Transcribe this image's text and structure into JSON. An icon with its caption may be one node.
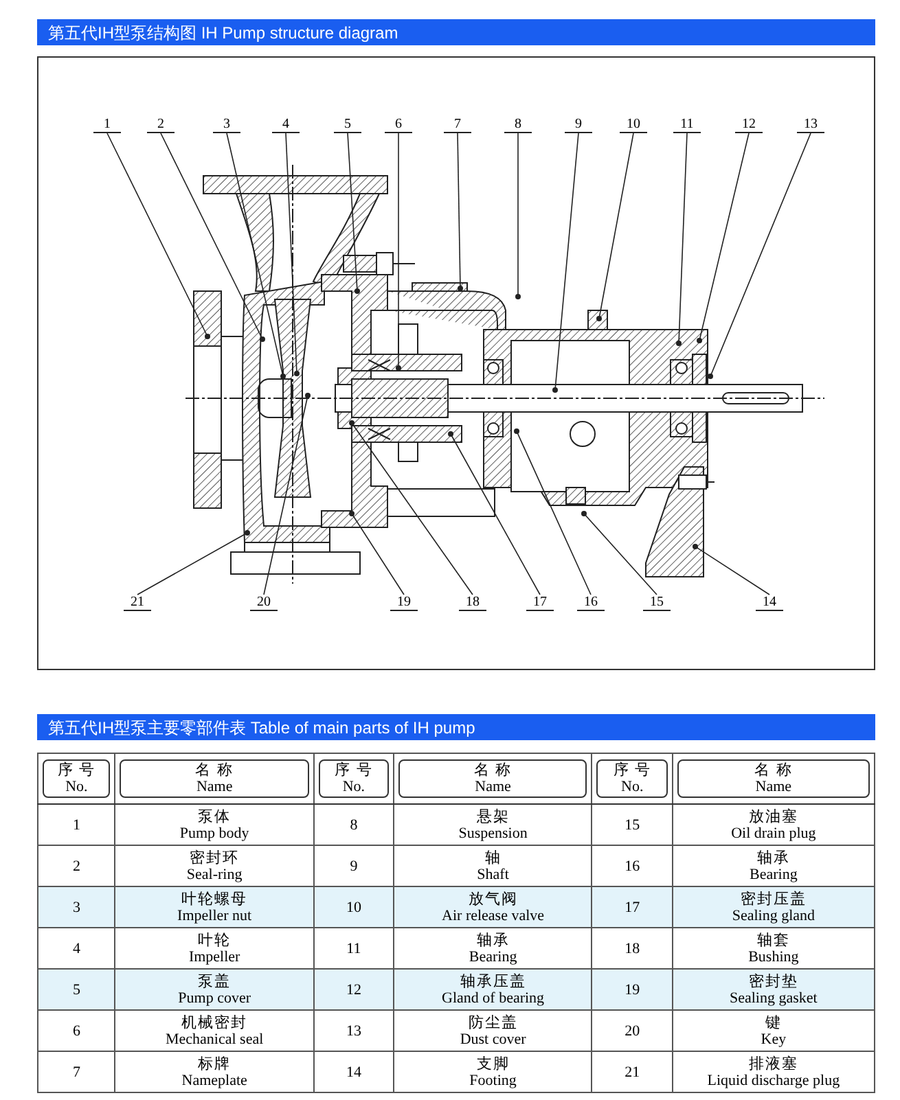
{
  "diagram": {
    "title": "第五代IH型泵结构图 IH Pump structure diagram",
    "nodes": [
      {
        "text": [
          "1"
        ]
      },
      {
        "text": [
          "2"
        ]
      },
      {
        "text": [
          "3"
        ]
      },
      {
        "text": [
          "4"
        ]
      },
      {
        "text": [
          "5"
        ]
      },
      {
        "text": [
          "6"
        ]
      },
      {
        "text": [
          "7"
        ]
      },
      {
        "text": [
          "8"
        ]
      },
      {
        "text": [
          "9"
        ]
      },
      {
        "text": [
          "10"
        ]
      },
      {
        "text": [
          "11"
        ]
      },
      {
        "text": [
          "12"
        ]
      },
      {
        "text": [
          "13"
        ]
      },
      {
        "text": [
          "21"
        ]
      },
      {
        "text": [
          "20"
        ]
      },
      {
        "text": [
          "19"
        ]
      },
      {
        "text": [
          "18"
        ]
      },
      {
        "text": [
          "17"
        ]
      },
      {
        "text": [
          "16"
        ]
      },
      {
        "text": [
          "15"
        ]
      },
      {
        "text": [
          "14"
        ]
      }
    ],
    "edges": [
      {
        "from": 0,
        "to": null,
        "arrow": "other"
      },
      {
        "from": 1,
        "to": null,
        "arrow": "other"
      },
      {
        "from": 2,
        "to": null,
        "arrow": "other"
      },
      {
        "from": 3,
        "to": null,
        "arrow": "other"
      },
      {
        "from": 4,
        "to": null,
        "arrow": "other"
      },
      {
        "from": 5,
        "to": null,
        "arrow": "other"
      },
      {
        "from": 6,
        "to": null,
        "arrow": "other"
      },
      {
        "from": 7,
        "to": null,
        "arrow": "other"
      },
      {
        "from": 8,
        "to": null,
        "arrow": "other"
      },
      {
        "from": 9,
        "to": null,
        "arrow": "other"
      },
      {
        "from": 10,
        "to": null,
        "arrow": "other"
      },
      {
        "from": 11,
        "to": null,
        "arrow": "other"
      },
      {
        "from": 12,
        "to": null,
        "arrow": "other"
      },
      {
        "from": 13,
        "to": null,
        "arrow": "other"
      },
      {
        "from": 14,
        "to": null,
        "arrow": "other"
      },
      {
        "from": 15,
        "to": null,
        "arrow": "other"
      },
      {
        "from": 16,
        "to": null,
        "arrow": "other"
      },
      {
        "from": 17,
        "to": null,
        "arrow": "other"
      },
      {
        "from": 18,
        "to": null,
        "arrow": "other"
      },
      {
        "from": 19,
        "to": null,
        "arrow": "other"
      },
      {
        "from": 20,
        "to": null,
        "arrow": "other"
      }
    ],
    "labels": [
      "第五代IH型泵主要零部件表 Table of main parts of IH pump",
      "序 号",
      "No.",
      "名 称",
      "Name",
      "序 号",
      "No.",
      "名 称",
      "Name",
      "序 号",
      "No.",
      "名 称",
      "Name",
      "1",
      "泵体",
      "Pump body",
      "8",
      "悬架",
      "Suspension",
      "15",
      "放油塞",
      "Oil drain plug",
      "2",
      "密封环",
      "Seal-ring",
      "9",
      "轴",
      "Shaft",
      "16",
      "轴承",
      "Bearing",
      "3",
      "叶轮螺母",
      "Impeller nut",
      "10",
      "放气阀",
      "Air release valve",
      "17",
      "密封压盖",
      "Sealing gland",
      "4",
      "叶轮",
      "Impeller",
      "11",
      "轴承",
      "Bearing",
      "18",
      "轴套",
      "Bushing",
      "5",
      "泵盖",
      "Pump cover",
      "12",
      "轴承压盖",
      "Gland of bearing",
      "19",
      "密封垫",
      "Sealing gasket",
      "6",
      "机械密封",
      "Mechanical seal",
      "13",
      "防尘盖",
      "Dust cover",
      "20",
      "键",
      "Key",
      "7",
      "标牌",
      "Nameplate",
      "14",
      "支脚",
      "Footing",
      "21",
      "排液塞",
      "Liquid discharge plug"
    ]
  }
}
